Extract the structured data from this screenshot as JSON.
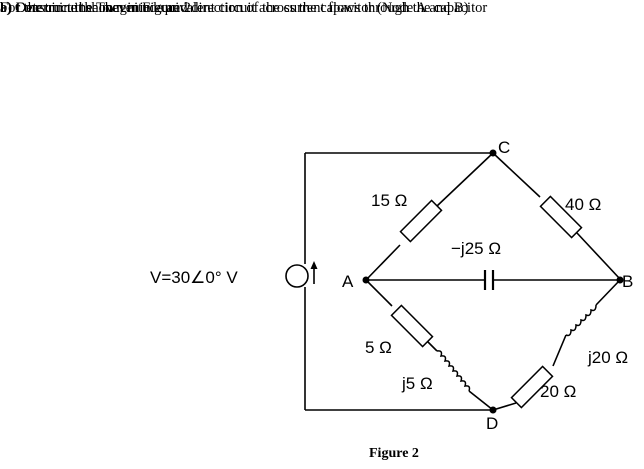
{
  "problem": {
    "intro": "For the circuit shown in Figure 2",
    "part_a": "a)  Construct the Thevenin equivalent circuit across the capacitor (Node A and B)",
    "part_b": "b)  Determine the magnitude and direction of the current flows through the capacitor"
  },
  "figure": {
    "caption": "Figure 2",
    "nodes": {
      "a": "A",
      "b": "B",
      "c": "C",
      "d": "D"
    },
    "source": {
      "label": "V=30∠0° V"
    },
    "components": {
      "r_ac": "15 Ω",
      "r_cb": "40 Ω",
      "cap": "−j25 Ω",
      "r_ad": "5 Ω",
      "l_ad": "j5 Ω",
      "l_bd": "j20 Ω",
      "r_bd": "20 Ω"
    }
  }
}
